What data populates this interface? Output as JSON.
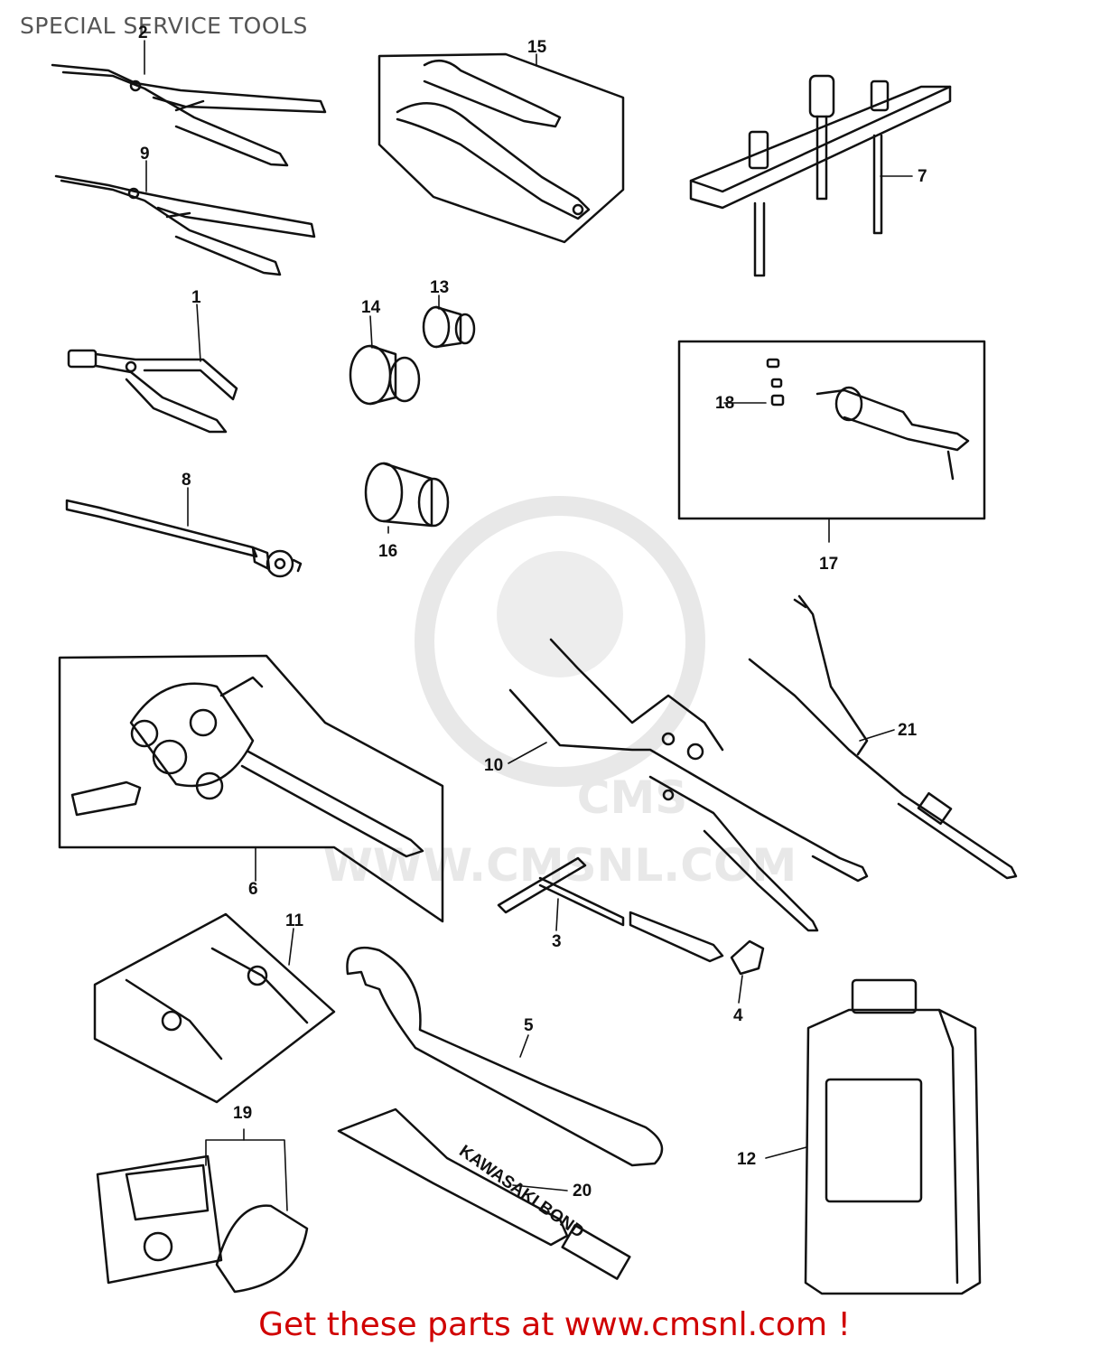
{
  "header": {
    "title": "SPECIAL SERVICE TOOLS"
  },
  "watermark": {
    "text": "WWW.CMSNL.COM",
    "logo_text": "CMS"
  },
  "footer": {
    "text": "Get these parts at www.cmsnl.com !"
  },
  "colors": {
    "footer": "#d00000",
    "title": "#555555",
    "line": "#111111",
    "watermark": "#e6e6e6"
  },
  "callouts": {
    "c1": "1",
    "c2": "2",
    "c3": "3",
    "c4": "4",
    "c5": "5",
    "c6": "6",
    "c7": "7",
    "c8": "8",
    "c9": "9",
    "c10": "10",
    "c11": "11",
    "c12": "12",
    "c13": "13",
    "c14": "14",
    "c15": "15",
    "c16": "16",
    "c17": "17",
    "c18": "18",
    "c19": "19",
    "c20": "20",
    "c21": "21"
  },
  "labels": {
    "bond": "KAWASAKI BOND"
  }
}
